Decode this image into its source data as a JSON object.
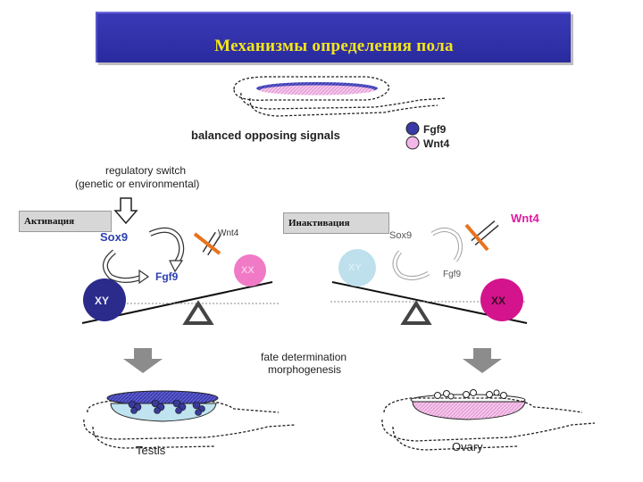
{
  "title": "Механизмы определения пола",
  "top_text": "balanced opposing signals",
  "legend": [
    {
      "label": "Fgf9",
      "color": "#3a3aa6"
    },
    {
      "label": "Wnt4",
      "color": "#f3b6e8"
    }
  ],
  "switch_line1": "regulatory switch",
  "switch_line2": "(genetic or environmental)",
  "activation_label": "Активация",
  "inactivation_label": "Инактивация",
  "left": {
    "sox9": "Sox9",
    "fgf9": "Fgf9",
    "wnt4": "Wnt4",
    "xy": "XY",
    "xx": "XX"
  },
  "right": {
    "sox9": "Sox9",
    "fgf9": "Fgf9",
    "wnt4": "Wnt4",
    "xy": "XY",
    "xx": "XX"
  },
  "fate_line1": "fate determination",
  "fate_line2": "morphogenesis",
  "testis": "Testis",
  "ovary": "Ovary",
  "colors": {
    "title_bg": "#2e2ea8",
    "title_text": "#f4e61a",
    "sox9_blue": "#2b3fb0",
    "xy_dark": "#2b2b8c",
    "xx_pink_light": "#f07ac6",
    "xx_magenta": "#d4148c",
    "xy_light": "#bde0ec",
    "orange_bar": "#e8731e",
    "wnt4_magenta": "#e01aa0"
  }
}
